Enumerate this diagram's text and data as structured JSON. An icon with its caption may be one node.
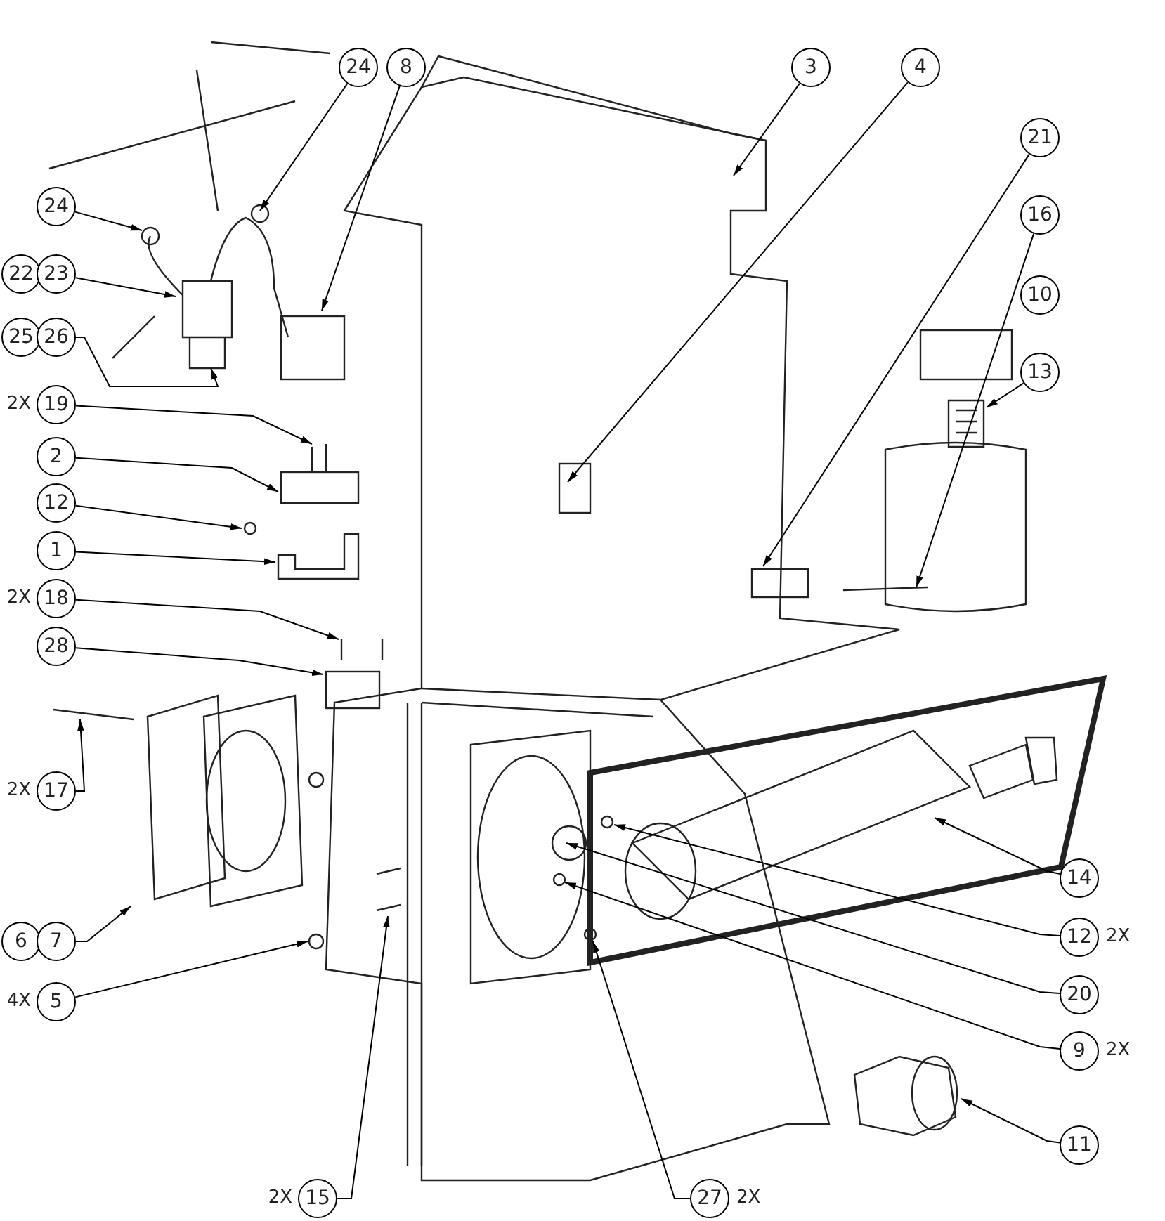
{
  "diagram": {
    "nodes": [
      {
        "text": [
          "24"
        ]
      },
      {
        "text": [
          "8"
        ]
      },
      {
        "text": [
          "3"
        ]
      },
      {
        "text": [
          "4"
        ]
      },
      {
        "text": [
          "21"
        ]
      },
      {
        "text": [
          "16"
        ]
      },
      {
        "text": [
          "13"
        ]
      },
      {
        "text": [
          "24"
        ]
      },
      {
        "text": [
          "22"
        ]
      },
      {
        "text": [
          "23"
        ]
      },
      {
        "text": [
          "25"
        ]
      },
      {
        "text": [
          "26"
        ]
      },
      {
        "text": [
          "19"
        ],
        "beside": [
          "2X"
        ]
      },
      {
        "text": [
          "2"
        ]
      },
      {
        "text": [
          "12"
        ]
      },
      {
        "text": [
          "1"
        ]
      },
      {
        "text": [
          "18"
        ],
        "beside": [
          "2X"
        ]
      },
      {
        "text": [
          "28"
        ]
      },
      {
        "text": [
          "17"
        ],
        "beside": [
          "2X"
        ]
      },
      {
        "text": [
          "6"
        ]
      },
      {
        "text": [
          "7"
        ]
      },
      {
        "text": [
          "5"
        ],
        "beside": [
          "4X"
        ]
      },
      {
        "text": [
          "14"
        ]
      },
      {
        "text": [
          "12"
        ],
        "beside": [
          "2X"
        ]
      },
      {
        "text": [
          "20"
        ]
      },
      {
        "text": [
          "9"
        ],
        "beside": [
          "2X"
        ]
      },
      {
        "text": [
          "11"
        ]
      },
      {
        "text": [
          "15"
        ],
        "beside": [
          "2X"
        ]
      },
      {
        "text": [
          "27"
        ],
        "beside": [
          "2X"
        ]
      },
      {
        "text": [
          "10"
        ]
      }
    ],
    "edges": [
      {
        "from": 0,
        "to": null,
        "arrow": "to"
      },
      {
        "from": 1,
        "to": null,
        "arrow": "to"
      },
      {
        "from": 2,
        "to": null,
        "arrow": "to"
      },
      {
        "from": 3,
        "to": null,
        "arrow": "to"
      },
      {
        "from": 4,
        "to": null,
        "arrow": "to"
      },
      {
        "from": 5,
        "to": null,
        "arrow": "to"
      },
      {
        "from": 6,
        "to": null,
        "arrow": "to"
      },
      {
        "from": 7,
        "to": null,
        "arrow": "to"
      },
      {
        "from": 9,
        "to": null,
        "arrow": "to"
      },
      {
        "from": 11,
        "to": null,
        "arrow": "to"
      },
      {
        "from": 12,
        "to": null,
        "arrow": "to"
      },
      {
        "from": 13,
        "to": null,
        "arrow": "to"
      },
      {
        "from": 14,
        "to": null,
        "arrow": "to"
      },
      {
        "from": 15,
        "to": null,
        "arrow": "to"
      },
      {
        "from": 16,
        "to": null,
        "arrow": "to"
      },
      {
        "from": 17,
        "to": null,
        "arrow": "to"
      },
      {
        "from": 18,
        "to": null,
        "arrow": "to"
      },
      {
        "from": 20,
        "to": null,
        "arrow": "to"
      },
      {
        "from": 21,
        "to": null,
        "arrow": "to"
      },
      {
        "from": 22,
        "to": null,
        "arrow": "to"
      },
      {
        "from": 23,
        "to": null,
        "arrow": "to"
      },
      {
        "from": 24,
        "to": null,
        "arrow": "to"
      },
      {
        "from": 25,
        "to": null,
        "arrow": "to"
      },
      {
        "from": 26,
        "to": null,
        "arrow": "to"
      },
      {
        "from": 27,
        "to": null,
        "arrow": "to"
      },
      {
        "from": 28,
        "to": null,
        "arrow": "to"
      }
    ]
  }
}
